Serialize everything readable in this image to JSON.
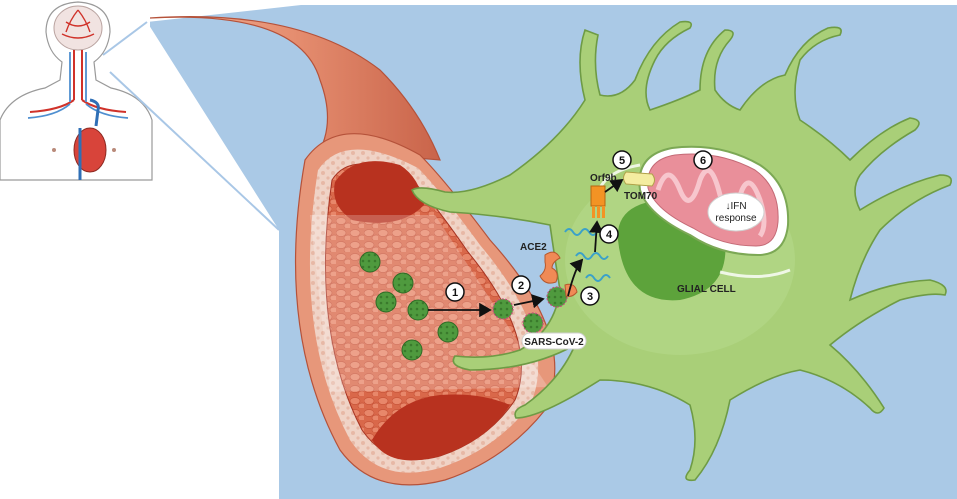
{
  "labels": {
    "orf9b": "Orf9b",
    "tom70": "TOM70",
    "ace2": "ACE2",
    "sars_cov_2": "SARS-CoV-2",
    "glial_cell": "GLIAL CELL",
    "ifn_line1": "↓IFN",
    "ifn_line2": "response"
  },
  "steps": [
    "1",
    "2",
    "3",
    "4",
    "5",
    "6"
  ],
  "colors": {
    "background_panel": "#aac9e6",
    "glial_cell": "#a9cf78",
    "glial_nucleus": "#5da33b",
    "vessel_outer": "#e7977a",
    "blood": "#c23a28",
    "virus": "#4f9a3e",
    "mitochondrion": "#e98f9a",
    "orf9b": "#f39324",
    "tom70": "#f4eda0"
  }
}
